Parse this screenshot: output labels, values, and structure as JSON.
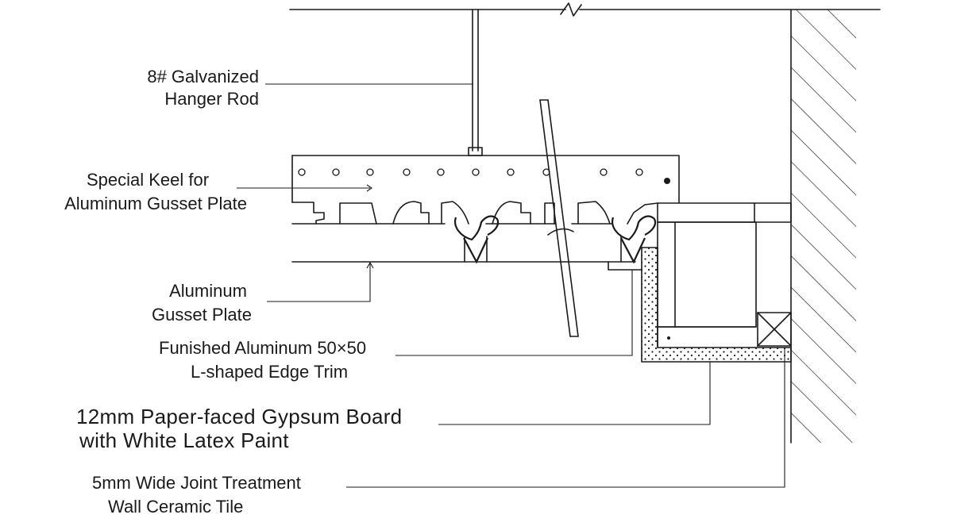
{
  "labels": {
    "hanger_rod": [
      "8# Galvanized",
      "Hanger Rod"
    ],
    "special_keel": [
      "Special Keel for",
      "Aluminum Gusset Plate"
    ],
    "gusset_plate": [
      "Aluminum",
      "Gusset Plate"
    ],
    "edge_trim": [
      "Funished Aluminum 50×50",
      "L-shaped Edge Trim"
    ],
    "gypsum_board": [
      "12mm Paper-faced Gypsum Board",
      "with White Latex Paint"
    ],
    "joint_treatment": [
      "5mm Wide Joint Treatment",
      "Wall Ceramic Tile"
    ]
  }
}
